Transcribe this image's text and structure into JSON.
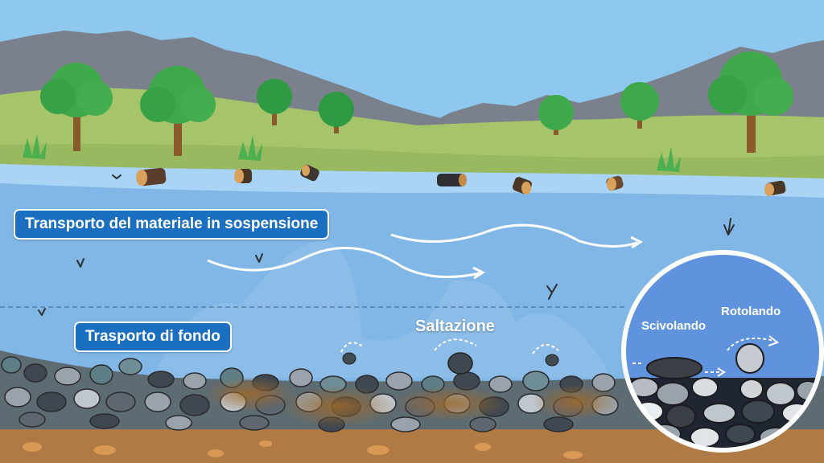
{
  "labels": {
    "suspension": "Transporto del materiale in sospensione",
    "bedload": "Trasporto di fondo",
    "saltation": "Saltazione",
    "sliding": "Scivolando",
    "rolling": "Rotolando"
  },
  "colors": {
    "sky": "#8fc8ee",
    "mountains": "#7f858f",
    "grass": "#a6c56a",
    "water_surface": "#a9d4f5",
    "water": "#7fb6e6",
    "label_fill": "#1a6fc0",
    "riverbed_soil": "#b07a45",
    "tree_leaves": "#3ea84a",
    "tree_trunk": "#8a5a2b"
  }
}
